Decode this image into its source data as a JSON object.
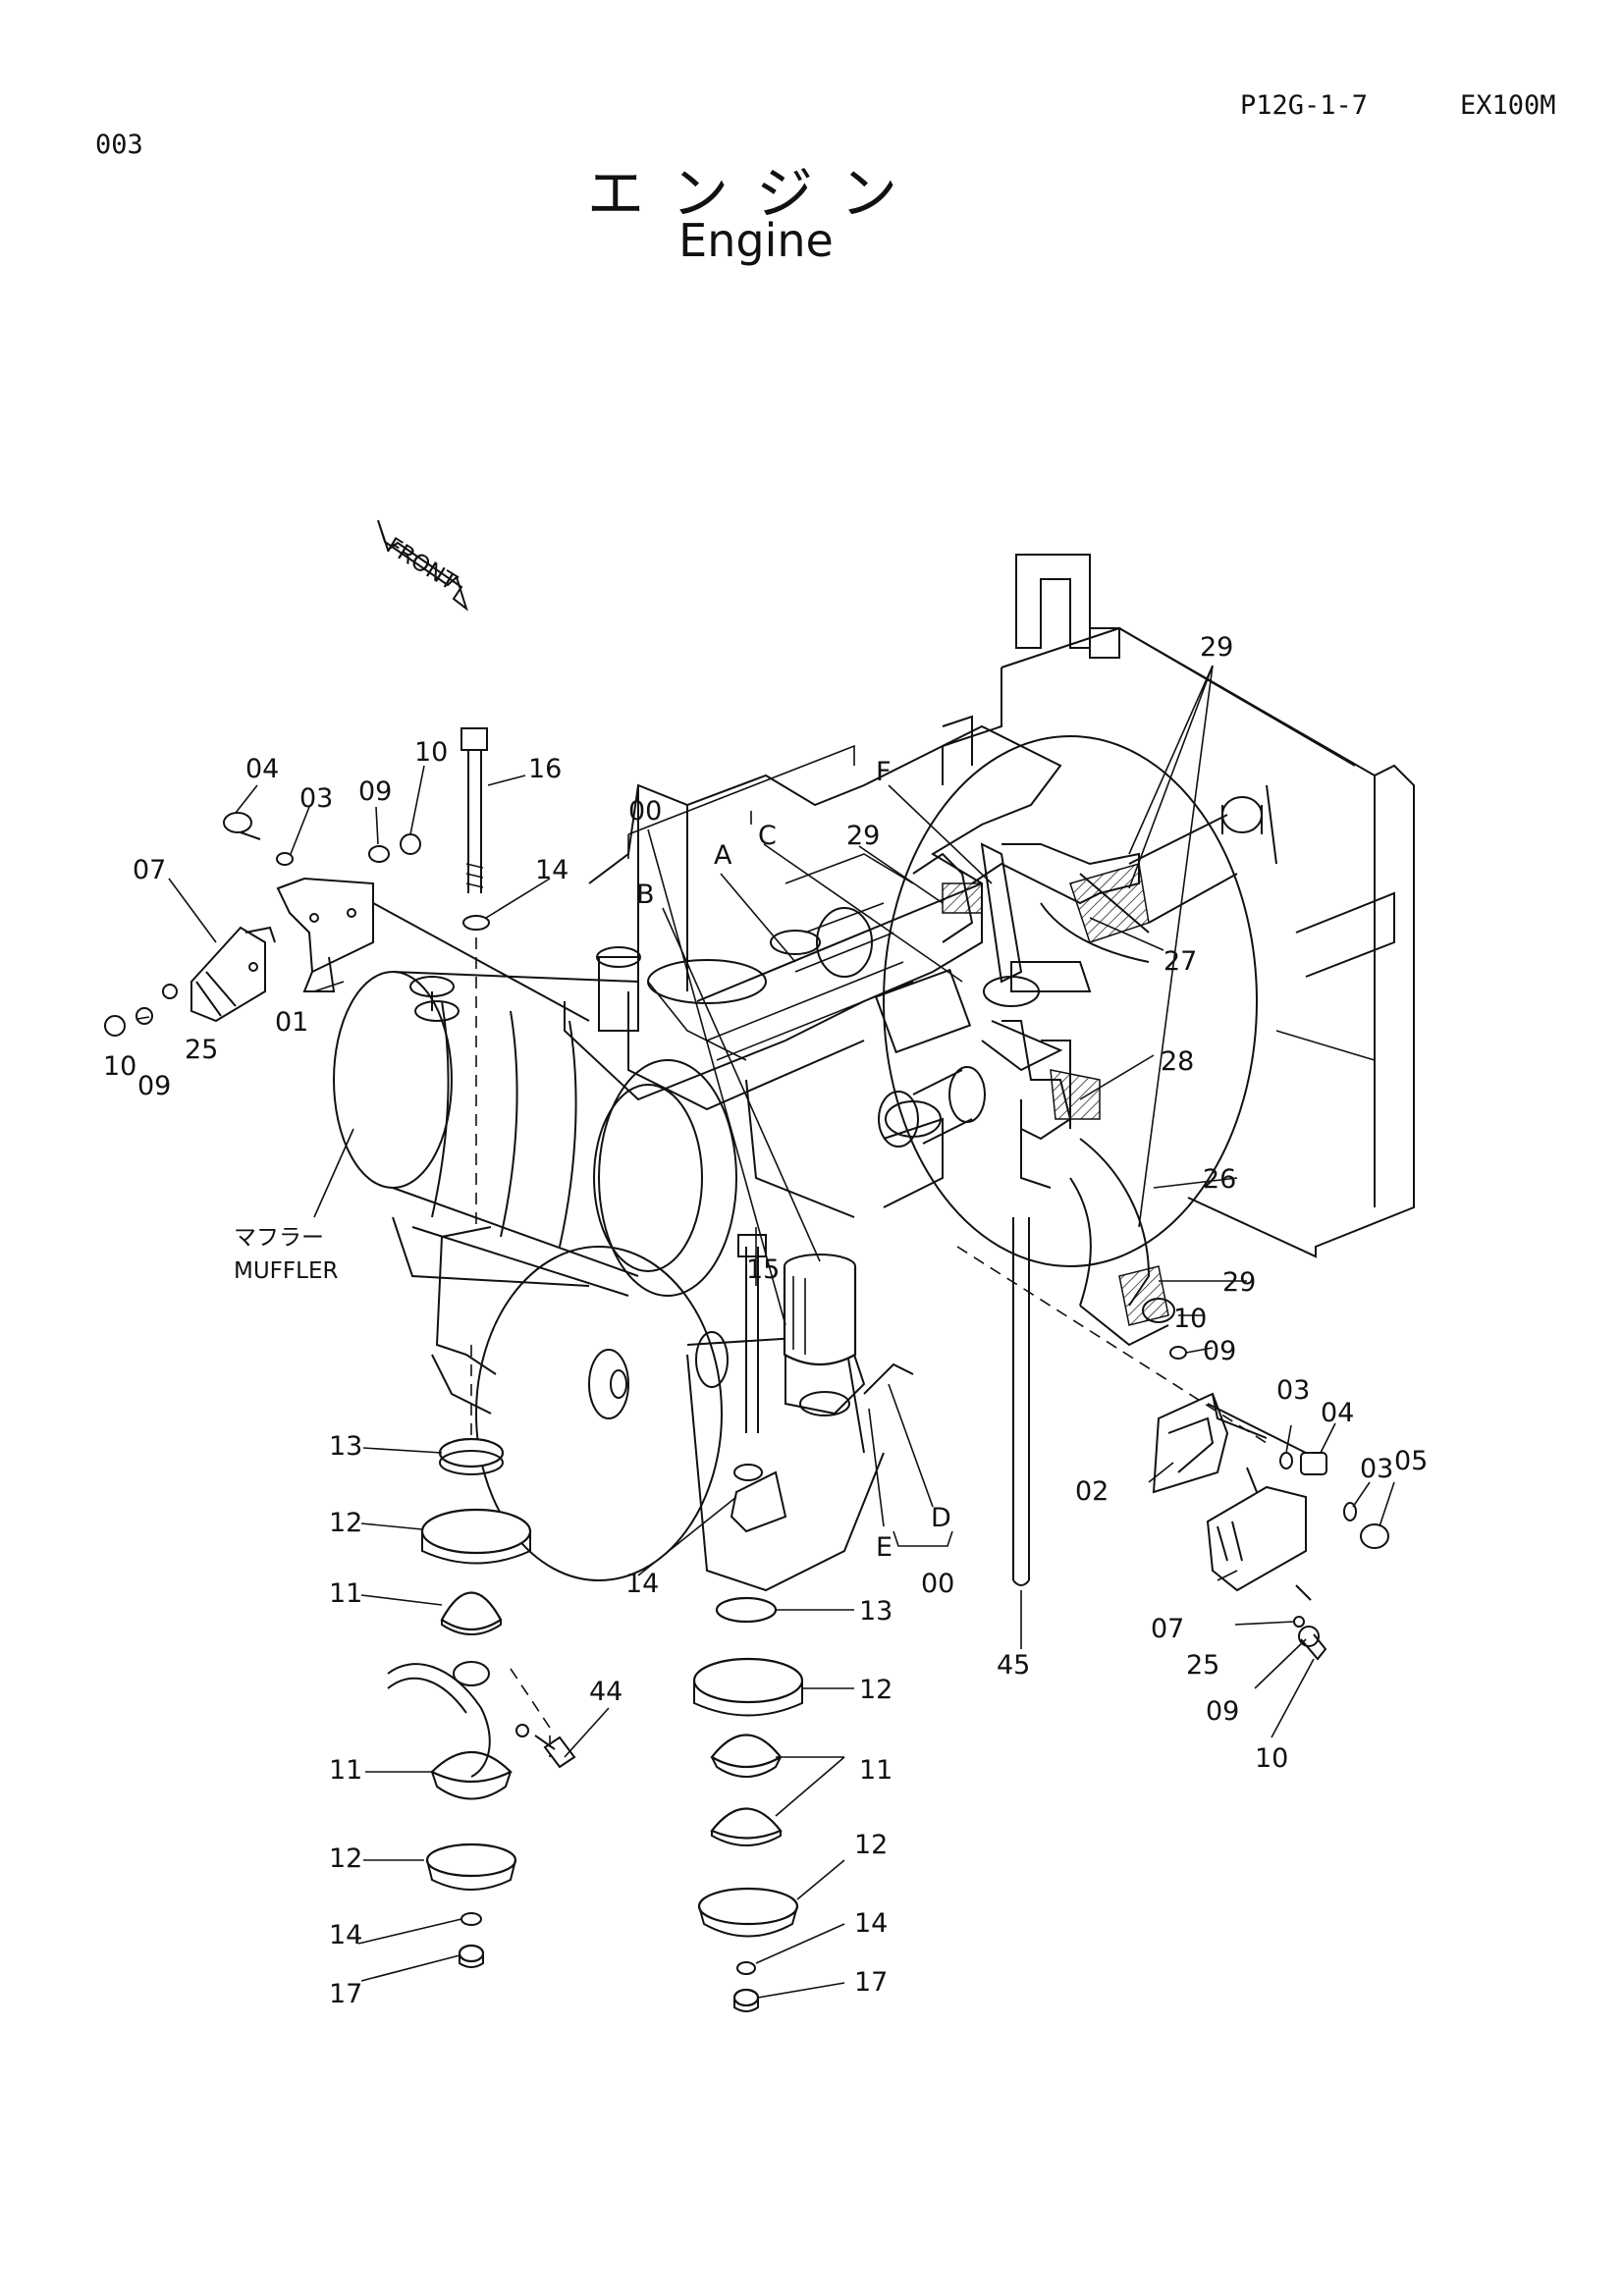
{
  "header": {
    "page_number": "003",
    "reference_code": "P12G-1-7",
    "model": "EX100M"
  },
  "title": {
    "japanese": "エンジン",
    "english": "Engine"
  },
  "labels": {
    "front": "FRONT",
    "muffler_jp": "マフラー",
    "muffler_en": "MUFFLER"
  },
  "callouts": {
    "c29a": "29",
    "c29b": "29",
    "c29c": "29",
    "c16": "16",
    "c04a": "04",
    "c03a": "03",
    "c09a": "09",
    "c10a": "10",
    "c07a": "07",
    "c14a": "14",
    "c00a": "00",
    "cA": "A",
    "cC": "C",
    "cF": "F",
    "cB": "B",
    "c27": "27",
    "c28": "28",
    "c26": "26",
    "c10b": "10",
    "c09b": "09",
    "c25a": "25",
    "c01": "01",
    "c15": "15",
    "c13a": "13",
    "c12a": "12",
    "c11a": "11",
    "c10c": "10",
    "c09c": "09",
    "c03b": "03",
    "c04b": "04",
    "c03c": "03",
    "c05": "05",
    "c02": "02",
    "cD": "D",
    "cE": "E",
    "c14b": "14",
    "c00b": "00",
    "c13b": "13",
    "c12b": "12",
    "c11b": "11",
    "c44": "44",
    "c11c": "11",
    "c12c": "12",
    "c12d": "12",
    "c14c": "14",
    "c14d": "14",
    "c17a": "17",
    "c17b": "17",
    "c45": "45",
    "c07b": "07",
    "c25b": "25",
    "c09d": "09",
    "c10d": "10"
  }
}
